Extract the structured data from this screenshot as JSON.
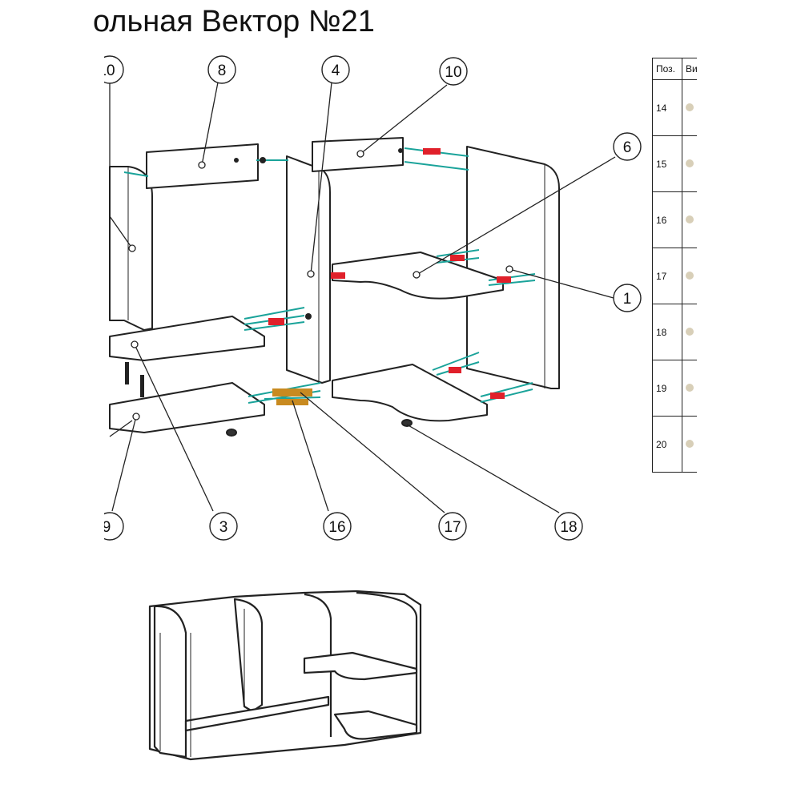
{
  "title": "ольная Вектор №21",
  "callouts": [
    "10",
    "8",
    "4",
    "10",
    "6",
    "1",
    "3",
    "9",
    "16",
    "17",
    "18"
  ],
  "table": {
    "headers": [
      "Поз.",
      "Ви"
    ],
    "rows": [
      "14",
      "15",
      "16",
      "17",
      "18",
      "19",
      "20"
    ]
  },
  "colors": {
    "line": "#222222",
    "connector": "#1aa39a",
    "bracket": "#e0202a",
    "fastener": "#c88a20"
  }
}
